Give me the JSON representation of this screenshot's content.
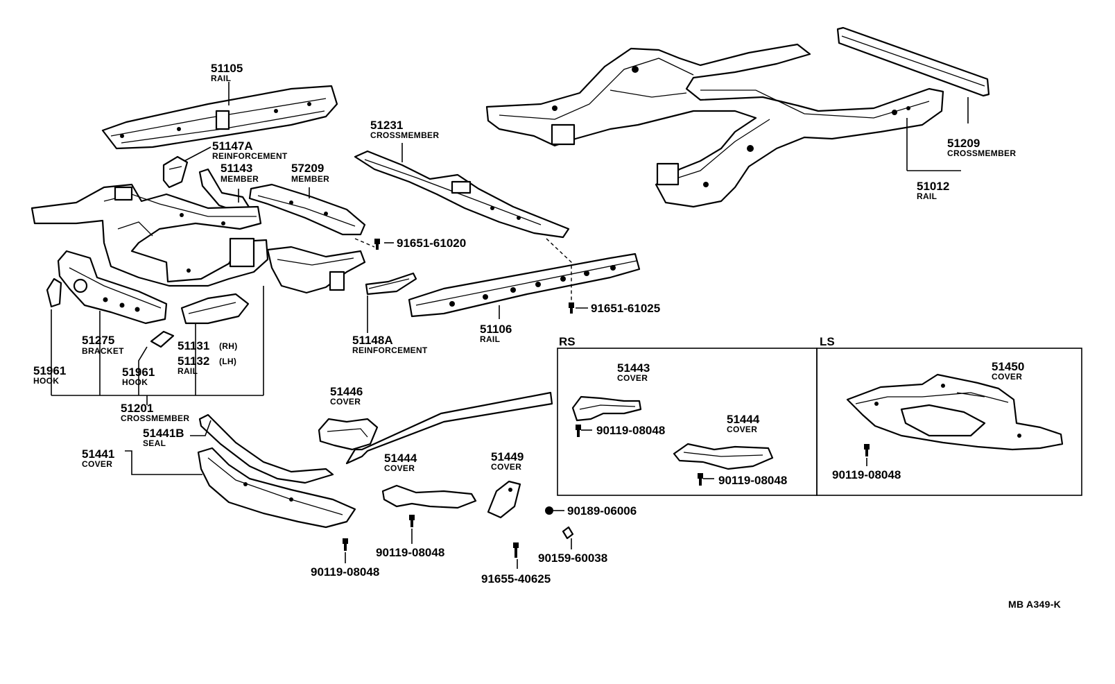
{
  "labels": {
    "p51105": {
      "num": "51105",
      "name": "RAIL"
    },
    "p51147A": {
      "num": "51147A",
      "name": "REINFORCEMENT"
    },
    "p51143": {
      "num": "51143",
      "name": "MEMBER"
    },
    "p57209": {
      "num": "57209",
      "name": "MEMBER"
    },
    "p51231": {
      "num": "51231",
      "name": "CROSSMEMBER"
    },
    "p51209": {
      "num": "51209",
      "name": "CROSSMEMBER"
    },
    "p51012": {
      "num": "51012",
      "name": "RAIL"
    },
    "p91651_61020": {
      "num": "91651-61020"
    },
    "p91651_61025": {
      "num": "91651-61025"
    },
    "p51106": {
      "num": "51106",
      "name": "RAIL"
    },
    "p51148A": {
      "num": "51148A",
      "name": "REINFORCEMENT"
    },
    "p51275": {
      "num": "51275",
      "name": "BRACKET"
    },
    "p51131": {
      "num": "51131",
      "suffix": "(RH)"
    },
    "p51132": {
      "num": "51132",
      "suffix": "(LH)",
      "name": "RAIL"
    },
    "p51961a": {
      "num": "51961",
      "name": "HOOK"
    },
    "p51961b": {
      "num": "51961",
      "name": "HOOK"
    },
    "p51201": {
      "num": "51201",
      "name": "CROSSMEMBER"
    },
    "p51441B": {
      "num": "51441B",
      "name": "SEAL"
    },
    "p51441": {
      "num": "51441",
      "name": "COVER"
    },
    "p51446": {
      "num": "51446",
      "name": "COVER"
    },
    "p51444a": {
      "num": "51444",
      "name": "COVER"
    },
    "p51449": {
      "num": "51449",
      "name": "COVER"
    },
    "p51443": {
      "num": "51443",
      "name": "COVER"
    },
    "p51444b": {
      "num": "51444",
      "name": "COVER"
    },
    "p51450": {
      "num": "51450",
      "name": "COVER"
    },
    "b90119_a": {
      "num": "90119-08048"
    },
    "b90119_b": {
      "num": "90119-08048"
    },
    "b90119_c": {
      "num": "90119-08048"
    },
    "b90119_d": {
      "num": "90119-08048"
    },
    "b90119_e": {
      "num": "90119-08048"
    },
    "b90189": {
      "num": "90189-06006"
    },
    "b90159": {
      "num": "90159-60038"
    },
    "b91655": {
      "num": "91655-40625"
    }
  },
  "sections": {
    "rs": "RS",
    "ls": "LS"
  },
  "reference": "MB  A349-K"
}
